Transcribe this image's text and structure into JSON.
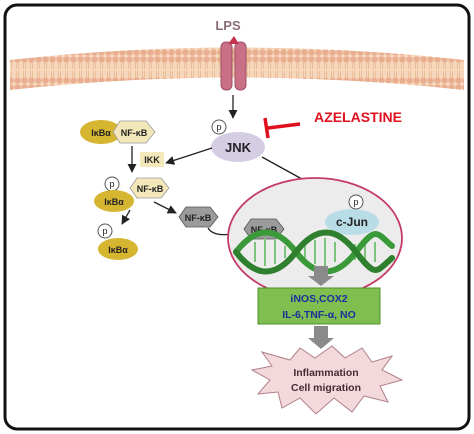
{
  "labels": {
    "lps": "LPS",
    "azelastine": "AZELASTINE",
    "jnk": "JNK",
    "ikk": "IKK",
    "ikba": "IκBα",
    "nfkb": "NF-κB",
    "p": "p",
    "cjun": "c-Jun",
    "genes_line1": "iNOS,COX2",
    "genes_line2": "IL-6,TNF-α, NO",
    "outcome_line1": "Inflammation",
    "outcome_line2": "Cell migration"
  },
  "colors": {
    "membrane": "#f3c9a4",
    "membrane_head": "#e8a98a",
    "receptor": "#c96f86",
    "inhibitor": "#e0101e",
    "jnk": "#d5cde4",
    "ikba": "#d6b530",
    "nfkb": "#f4e7b9",
    "nucleus": "#ececec",
    "nucleus_border": "#c43b64",
    "cjun": "#b9dde6",
    "dna": "#3a9a3a",
    "gene_box": "#7fbf4f",
    "gene_text": "#1c2e9e",
    "arrow_gray": "#8a8a8a"
  }
}
